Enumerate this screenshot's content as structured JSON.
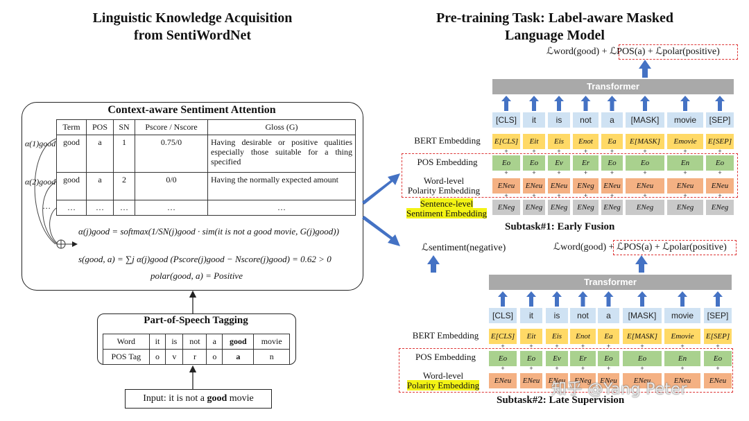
{
  "left": {
    "title_line1": "Linguistic Knowledge Acquisition",
    "title_line2": "from SentiWordNet",
    "context_title": "Context-aware Sentiment Attention",
    "table": {
      "headers": [
        "Term",
        "POS",
        "SN",
        "Pscore / Nscore",
        "Gloss (G)"
      ],
      "rows": [
        [
          "good",
          "a",
          "1",
          "0.75/0",
          "Having desirable or positive qualities especially those suitable for a thing specified"
        ],
        [
          "good",
          "a",
          "2",
          "0/0",
          "Having the normally expected amount"
        ],
        [
          "…",
          "…",
          "…",
          "…",
          "…"
        ]
      ]
    },
    "alpha1": "α(1)good",
    "alpha2": "α(2)good",
    "alpha_dots": "…",
    "formula1": "α(j)good = softmax(1/SN(j)good · sim(it is not a good movie, G(j)good))",
    "formula2": "s(good, a) = ∑j α(j)good (Pscore(j)good − Nscore(j)good) = 0.62 > 0",
    "formula3": "polar(good, a) = Positive",
    "pos_title": "Part-of-Speech Tagging",
    "pos_table": {
      "row1": [
        "Word",
        "it",
        "is",
        "not",
        "a",
        "good",
        "movie"
      ],
      "row2": [
        "POS Tag",
        "o",
        "v",
        "r",
        "o",
        "a",
        "n"
      ]
    },
    "input_prefix": "Input: it is not a ",
    "input_bold": "good",
    "input_suffix": " movie"
  },
  "right": {
    "title_line1": "Pre-training Task: Label-aware Masked",
    "title_line2": "Language Model",
    "loss_top": "ℒword(good) + ℒPOS(a) + ℒpolar(positive)",
    "transformer": "Transformer",
    "tokens": [
      "[CLS]",
      "it",
      "is",
      "not",
      "a",
      "[MASK]",
      "movie",
      "[SEP]"
    ],
    "bert_label": "BERT Embedding",
    "bert_emb": [
      "E[CLS]",
      "Eit",
      "Eis",
      "Enot",
      "Ea",
      "E[MASK]",
      "Emovie",
      "E[SEP]"
    ],
    "pos_label": "POS Embedding",
    "pos_emb": [
      "Eo",
      "Eo",
      "Ev",
      "Er",
      "Eo",
      "Eo",
      "En",
      "Eo"
    ],
    "word_label_1": "Word-level",
    "word_label_2": "Polarity Embedding",
    "word_emb": [
      "ENeu",
      "ENeu",
      "ENeu",
      "ENeg",
      "ENeu",
      "ENeu",
      "ENeu",
      "ENeu"
    ],
    "sent_label_1": "Sentence-level",
    "sent_label_2": "Sentiment Embedding",
    "sent_emb": [
      "ENeg",
      "ENeg",
      "ENeg",
      "ENeg",
      "ENeg",
      "ENeg",
      "ENeg",
      "ENeg"
    ],
    "subtask1": "Subtask#1: Early Fusion",
    "loss_sentiment": "ℒsentiment(negative)",
    "loss_bottom": "ℒword(good) + ℒPOS(a) + ℒpolar(positive)",
    "subtask2": "Subtask#2: Late Supervision",
    "watermark": "知乎 @Yang Peter"
  },
  "colors": {
    "arrow_blue": "#4472c4",
    "dashed_red": "#dd3333",
    "token_blue": "#cfe2f3",
    "bert_yellow": "#ffd966",
    "pos_green": "#a9d18e",
    "word_orange": "#f4b183",
    "sent_gray": "#c9c9c9",
    "highlight_yellow": "#f3f315"
  }
}
